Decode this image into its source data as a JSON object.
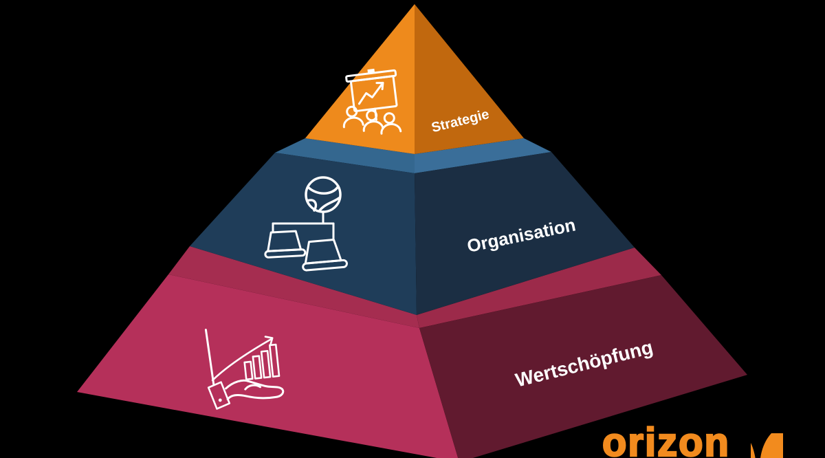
{
  "background_color": "#000000",
  "text_color": "#FFFFFF",
  "pyramid": {
    "layers": [
      {
        "label": "Strategie",
        "icon": "presentation-audience-icon",
        "colors": {
          "face_left": "#EE8A1C",
          "face_right": "#C1680E"
        }
      },
      {
        "label": "Organisation",
        "icon": "globe-network-laptops-icon",
        "colors": {
          "top_left": "#34678F",
          "top_right": "#3A6E99",
          "face_left": "#1F3D59",
          "face_right": "#1B2E43"
        }
      },
      {
        "label": "Wertschöpfung",
        "icon": "hand-growth-chart-icon",
        "colors": {
          "top_left": "#A52D50",
          "top_right": "#9C2A4A",
          "face_left": "#B5305A",
          "face_right": "#611A2F"
        }
      }
    ]
  },
  "logo": {
    "text": "orizon",
    "color": "#F28B1E",
    "mark": "orizon-square-swoosh-mark"
  }
}
